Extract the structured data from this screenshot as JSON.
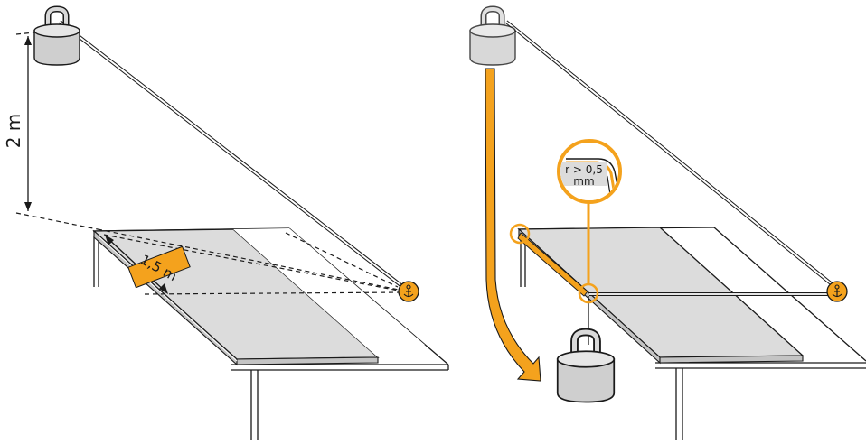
{
  "left_panel": {
    "height_label": "2 m",
    "length_label": "1,5 m"
  },
  "right_panel": {
    "radius_label_line1": "r > 0,5",
    "radius_label_line2": "mm"
  },
  "colors": {
    "accent": "#f4a21d",
    "sheet": "#dcdcdc",
    "outline": "#1a1a1a",
    "weight_fill": "#d9d9d9",
    "weight_shade": "#b5b5b5"
  },
  "icons": [
    "weight-icon",
    "anchor-icon",
    "arrow-icon",
    "magnifier-icon"
  ]
}
